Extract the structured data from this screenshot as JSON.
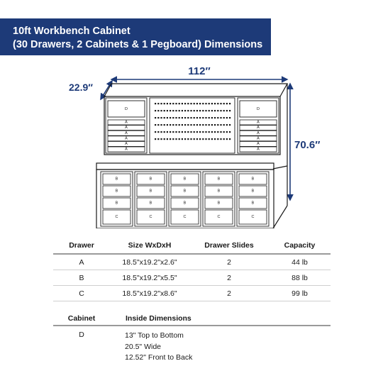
{
  "title": {
    "line1": "10ft Workbench Cabinet",
    "line2": "(30 Drawers, 2 Cabinets & 1 Pegboard) Dimensions"
  },
  "diagram": {
    "width_label": "112″",
    "depth_label": "22.9″",
    "height_label": "70.6″",
    "upper_cabinet_letter": "D",
    "upper_drawer_letter": "A",
    "lower_drawer_letter_small": "B",
    "lower_drawer_letter_large": "C",
    "accent_color": "#1d3a78"
  },
  "drawers_table": {
    "headers": [
      "Drawer",
      "Size WxDxH",
      "Drawer Slides",
      "Capacity"
    ],
    "rows": [
      [
        "A",
        "18.5\"x19.2\"x2.6\"",
        "2",
        "44 lb"
      ],
      [
        "B",
        "18.5\"x19.2\"x5.5\"",
        "2",
        "88 lb"
      ],
      [
        "C",
        "18.5\"x19.2\"x8.6\"",
        "2",
        "99 lb"
      ]
    ]
  },
  "cabinet_table": {
    "headers": [
      "Cabinet",
      "Inside Dimensions"
    ],
    "cabinet": "D",
    "dimensions": [
      "13\" Top to Bottom",
      "20.5\" Wide",
      "12.52\" Front to Back"
    ]
  }
}
